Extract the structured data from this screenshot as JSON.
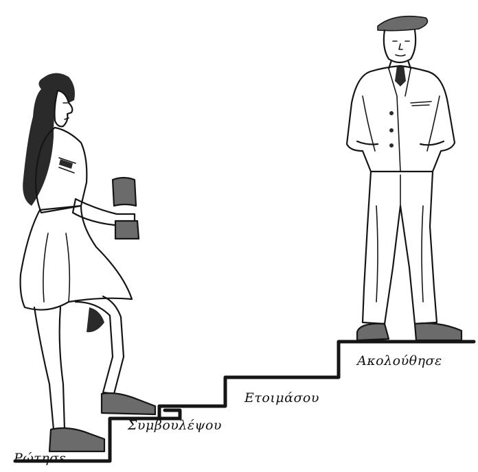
{
  "steps": [
    {
      "label": "Ρώτησε"
    },
    {
      "label": "Συμβουλέψου"
    },
    {
      "label": "Ετοιμάσου"
    },
    {
      "label": "Ακολούθησε"
    }
  ],
  "figures": {
    "woman": "woman-climbing-with-book",
    "man": "man-standing-at-top"
  },
  "colors": {
    "ink": "#151515",
    "background": "#ffffff"
  }
}
